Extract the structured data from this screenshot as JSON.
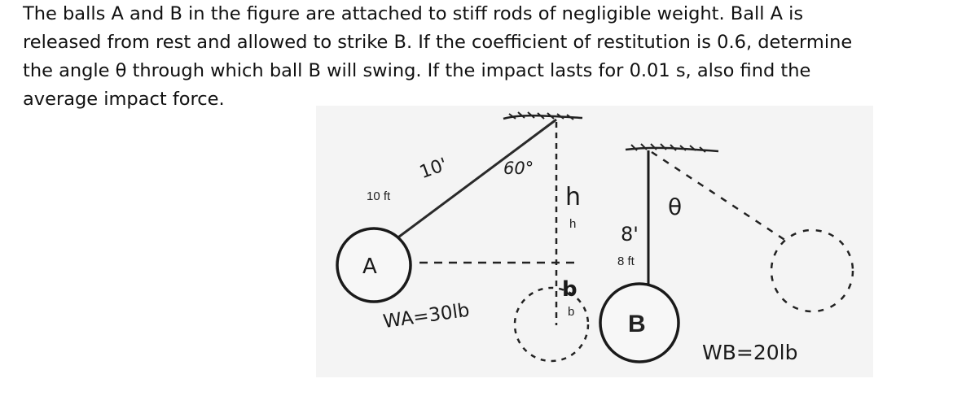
{
  "problem": {
    "lines": [
      "The balls A and B in the figure are attached to stiff rods of negligible weight. Ball A is",
      "released from rest and allowed to strike B. If the coefficient of restitution is 0.6, determine",
      "the angle θ through which ball B will swing. If the impact lasts for 0.01 s, also find the",
      "average impact force."
    ]
  },
  "figure": {
    "label_10ft": "10 ft",
    "label_10_hand": "10'",
    "label_60": "60°",
    "label_h_hand": "h",
    "label_h": "h",
    "label_8_hand": "8'",
    "label_8ft": "8 ft",
    "label_theta": "θ",
    "label_A": "A",
    "label_B": "B",
    "label_b_hand": "b",
    "label_b": "b",
    "label_WA": "WA=30lb",
    "label_WB": "WB=20lb"
  }
}
